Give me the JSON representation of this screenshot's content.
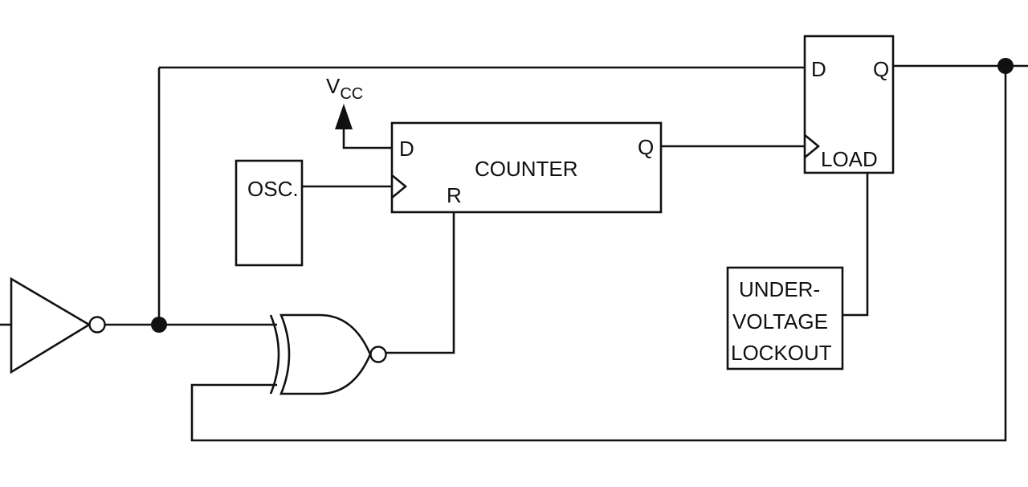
{
  "supply": {
    "main": "V",
    "sub": "CC"
  },
  "osc": {
    "label": "OSC."
  },
  "counter": {
    "title": "COUNTER",
    "pin_d": "D",
    "pin_q": "Q",
    "pin_r": "R"
  },
  "latch": {
    "pin_d": "D",
    "pin_q": "Q",
    "pin_load": "LOAD"
  },
  "uvlo": {
    "line1": "UNDER-",
    "line2": "VOLTAGE",
    "line3": "LOCKOUT"
  }
}
